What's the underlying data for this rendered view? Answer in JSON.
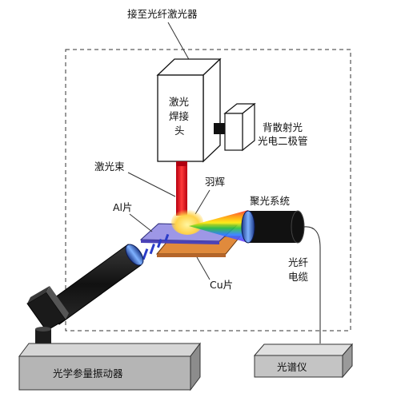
{
  "labels": {
    "laser_source": "接至光纤激光器",
    "welding_head_line1": "激光",
    "welding_head_line2": "焊接",
    "welding_head_line3": "头",
    "photodiode_line1": "背散射光",
    "photodiode_line2": "光电二极管",
    "laser_beam": "激光束",
    "plume": "羽辉",
    "al_sheet": "Al片",
    "focusing_system": "聚光系统",
    "fiber_cable_line1": "光纤",
    "fiber_cable_line2": "电缆",
    "cu_sheet": "Cu片",
    "vibrometer": "光学参量振动器",
    "spectrometer": "光谱仪"
  },
  "colors": {
    "laser_beam": "#e0141e",
    "metal_plate": "#7a6fd0",
    "copper_plate": "#e08a3c",
    "camera_body": "#1a1a1a",
    "base_box": "#b5b5b5"
  }
}
